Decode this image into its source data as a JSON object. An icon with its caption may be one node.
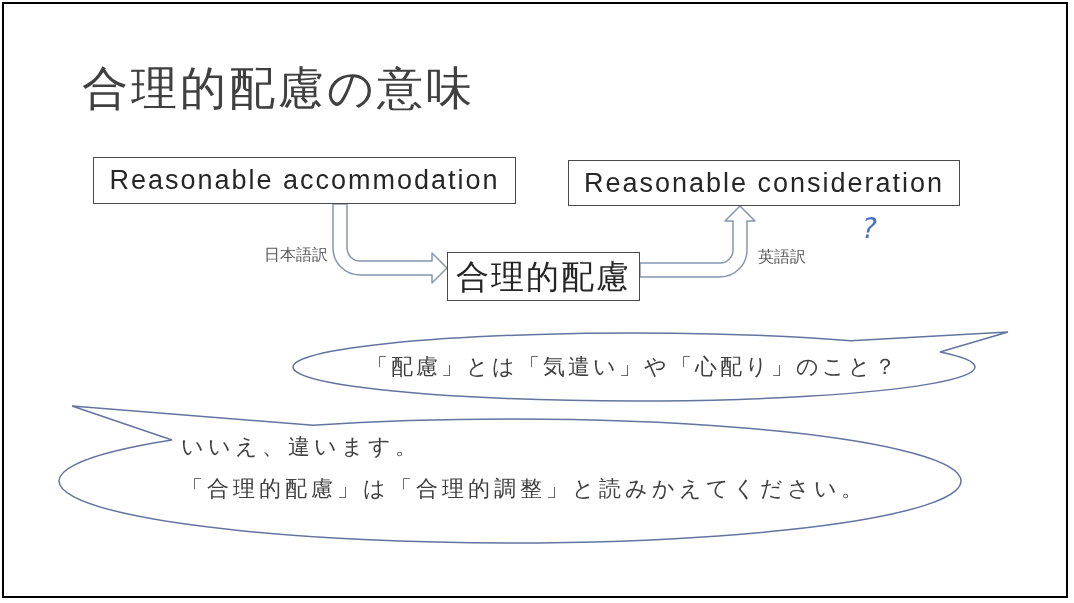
{
  "diagram": {
    "title": "合理的配慮の意味",
    "nodes": [
      {
        "text": [
          "Reasonable accommodation"
        ]
      },
      {
        "text": [
          "Reasonable consideration"
        ],
        "beside": [
          "?"
        ]
      },
      {
        "text": [
          "合理的配慮"
        ]
      },
      {
        "text": [
          "「配慮」とは「気遣い」や「心配り」のこと？"
        ]
      },
      {
        "text": [
          "いいえ、違います。",
          "「合理的配慮」は「合理的調整」と読みかえてください。"
        ]
      }
    ],
    "edges": [
      {
        "from": 0,
        "to": 2,
        "arrow": "to",
        "label": "日本語訳"
      },
      {
        "from": 2,
        "to": 1,
        "arrow": "to",
        "label": "英語訳"
      }
    ]
  }
}
